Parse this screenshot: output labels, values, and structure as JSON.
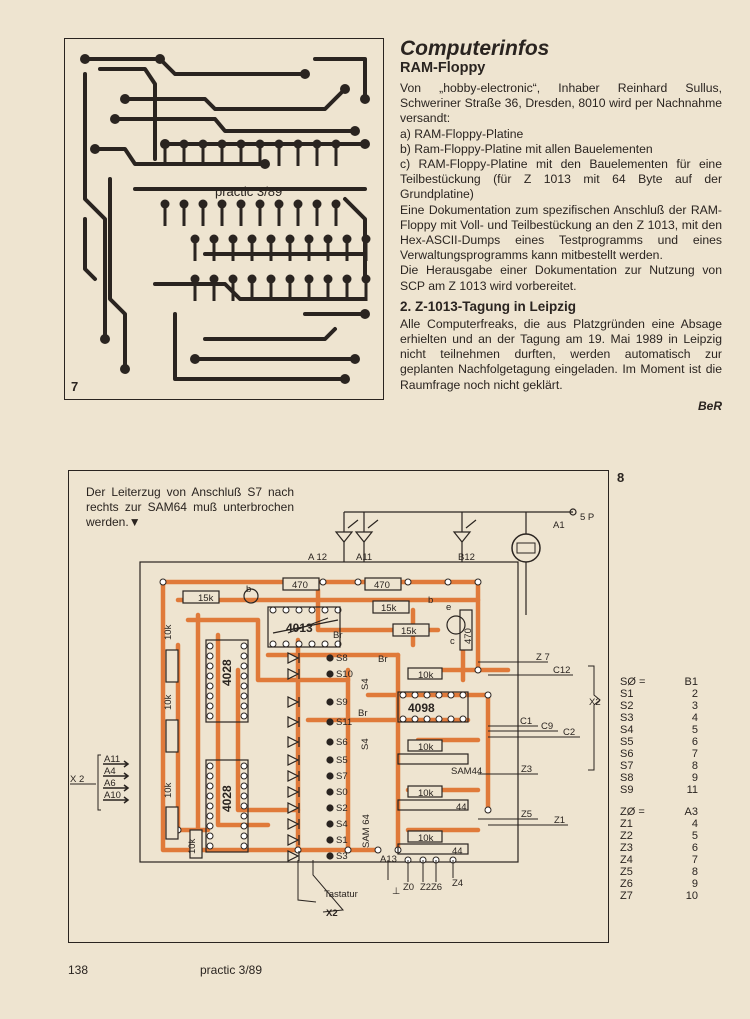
{
  "figure7": {
    "number": "7",
    "caption": "practic 3/89"
  },
  "article": {
    "title": "Computerinfos",
    "section1_title": "RAM-Floppy",
    "section1_paragraphs": [
      "Von „hobby-electronic“, Inhaber Reinhard Sullus, Schweriner Straße 36, Dresden, 8010 wird per Nachnahme versandt:",
      "a) RAM-Floppy-Platine",
      "b) Ram-Floppy-Platine mit allen Bauelementen",
      "c) RAM-Floppy-Platine mit den Bauelementen für eine Teilbestückung (für Z 1013 mit 64 Byte auf der Grundplatine)",
      "Eine Dokumentation zum spezifischen Anschluß der RAM-Floppy mit Voll- und Teilbestückung an den Z 1013, mit den Hex-ASCII-Dumps eines Testprogramms und eines Verwaltungsprogramms kann mitbestellt werden.",
      "Die Herausgabe einer Dokumentation zur Nutzung von SCP am Z 1013 wird vorbereitet."
    ],
    "section2_title": "2. Z-1013-Tagung in Leipzig",
    "section2_text": "Alle Computerfreaks, die aus Platzgründen eine Absage erhielten und an der Tagung am 19. Mai 1989 in Leipzig nicht teilnehmen durften, werden automatisch zur geplanten Nachfolgetagung eingeladen. Im Moment ist die Raumfrage noch nicht geklärt.",
    "signature": "BeR"
  },
  "figure8": {
    "number": "8",
    "note": "Der Leiterzug von Anschluß S7 nach rechts zur SAM64 muß unterbrochen werden.▼",
    "labels": {
      "a1": "A1",
      "v5": "5 P",
      "a12": "A 12",
      "a11": "A11",
      "b12": "B12",
      "r470a": "470",
      "r470b": "470",
      "r470c": "470",
      "r15ka": "15k",
      "r15kb": "15k",
      "r15kc": "15k",
      "ic4013": "4013",
      "ic4028a": "4028",
      "ic4028b": "4028",
      "ic4098": "4098",
      "r10k": "10k",
      "br": "Br",
      "sam44": "SAM44",
      "sam64": "SAM 64",
      "n44": "44",
      "s4": "S4",
      "a13": "A13",
      "z7": "Z 7",
      "c12": "C12",
      "c1": "C1",
      "c9": "C9",
      "c2": "C2",
      "z3": "Z3",
      "z5": "Z5",
      "z1": "Z1",
      "z0": "Z0",
      "z2": "Z2",
      "z6": "Z6",
      "z4": "Z4",
      "x2": "X2",
      "x2b": "X 2",
      "tastatur": "Tastatur",
      "ground": "⊥",
      "b": "b",
      "c": "c",
      "e": "e"
    },
    "s_labels": [
      "S8",
      "S10",
      "S9",
      "S11",
      "S6",
      "S5",
      "S7",
      "S0",
      "S2",
      "S4",
      "S1",
      "S3"
    ],
    "a_inputs": [
      "A11",
      "A4",
      "A6",
      "A10"
    ],
    "mapping_s": [
      [
        "SØ =",
        "B1"
      ],
      [
        "S1",
        "2"
      ],
      [
        "S2",
        "3"
      ],
      [
        "S3",
        "4"
      ],
      [
        "S4",
        "5"
      ],
      [
        "S5",
        "6"
      ],
      [
        "S6",
        "7"
      ],
      [
        "S7",
        "8"
      ],
      [
        "S8",
        "9"
      ],
      [
        "S9",
        "11"
      ]
    ],
    "mapping_z": [
      [
        "ZØ =",
        "A3"
      ],
      [
        "Z1",
        "4"
      ],
      [
        "Z2",
        "5"
      ],
      [
        "Z3",
        "6"
      ],
      [
        "Z4",
        "7"
      ],
      [
        "Z5",
        "8"
      ],
      [
        "Z6",
        "9"
      ],
      [
        "Z7",
        "10"
      ]
    ]
  },
  "footer": {
    "page": "138",
    "journal": "practic 3/89"
  },
  "colors": {
    "paper": "#eee4d0",
    "ink": "#2a2420",
    "copper": "#e07a3a"
  }
}
